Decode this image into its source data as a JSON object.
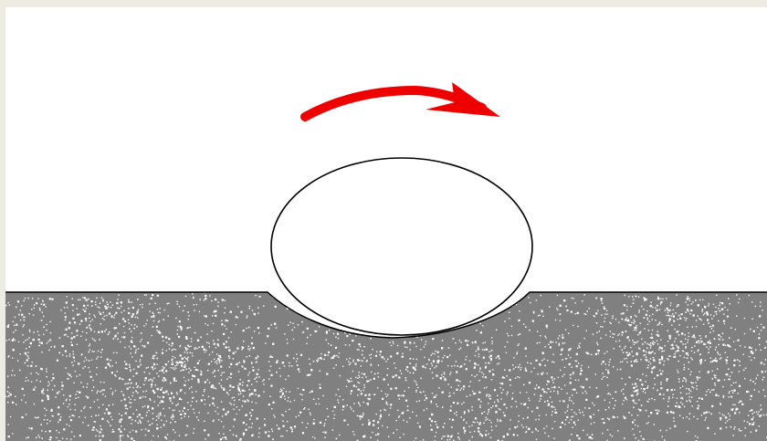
{
  "diagram": {
    "colors": {
      "page_border": "#eeebe3",
      "background": "#ffffff",
      "ground": "#808080",
      "speckle": "#ffffff",
      "ball_fill": "#ffffff",
      "outline": "#000000",
      "arrow": "#ee0000"
    },
    "elements": [
      {
        "id": "ground",
        "kind": "textured-ground-surface"
      },
      {
        "id": "ball",
        "kind": "deformed-ball-resting-in-depression"
      },
      {
        "id": "arrow",
        "kind": "curved-arrow",
        "direction": "right",
        "icon": "curved-arrow-right-icon"
      }
    ]
  }
}
